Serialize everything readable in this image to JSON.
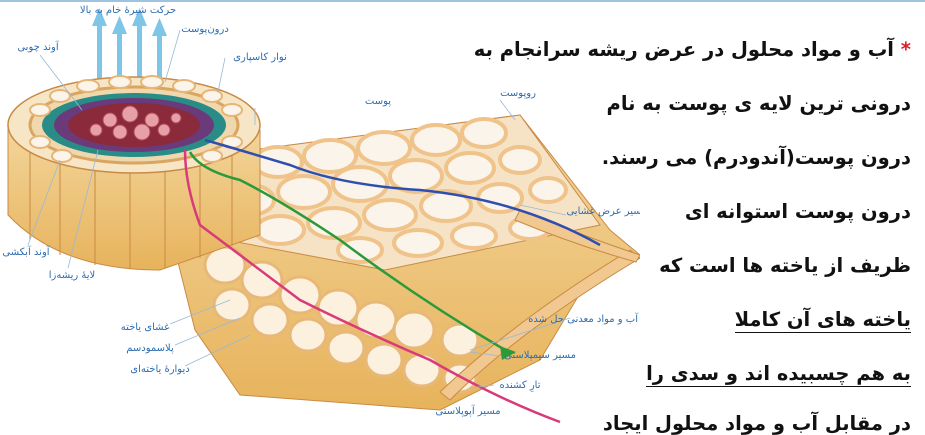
{
  "diagram": {
    "labels": {
      "upward_sap": "حرکت شیرهٔ خام به بالا",
      "endodermis": "درون‌پوست",
      "xylem": "آوند چوبی",
      "casparian_strip": "نوار کاسپاری",
      "cortex": "پوست",
      "epidermis": "روپوست",
      "phloem": "آوند آبکشی",
      "pericycle": "لایهٔ ریشه‌زا",
      "transmembrane_path": "مسیر عرض غشایی",
      "water_minerals": "آب و مواد معدنی حل شده",
      "cell_membrane": "غشای یاخته",
      "plasmodesma": "پلاسمودسم",
      "cell_wall": "دیوارهٔ یاخته‌ای",
      "symplast_path": "مسیر سیمپلاستی",
      "root_hair": "تارِ کشنده",
      "apoplast_path": "مسیر آپوپلاستی"
    },
    "colors": {
      "apoplast": "#d93a7a",
      "symplast": "#2a9a3a",
      "transmembrane": "#2f4fb0",
      "arrows": "#7ec6e8",
      "cell_fill": "#fbf4ea",
      "cell_wall": "#f0c890"
    }
  },
  "text": {
    "star": "*",
    "line1": "آب و مواد محلول در عرض ریشه سرانجام به",
    "line2": "درونی ترین لایه ی پوست به نام",
    "line3": "درون پوست(آندودرم) می رسند.",
    "line4": "درون پوست استوانه ای",
    "line5": "ظریف از یاخته ها است که",
    "line6": "یاخته های آن کاملا",
    "line7": "به هم چسبیده اند و سدی را",
    "line8": "در مقابل آب و مواد محلول ایجاد"
  }
}
